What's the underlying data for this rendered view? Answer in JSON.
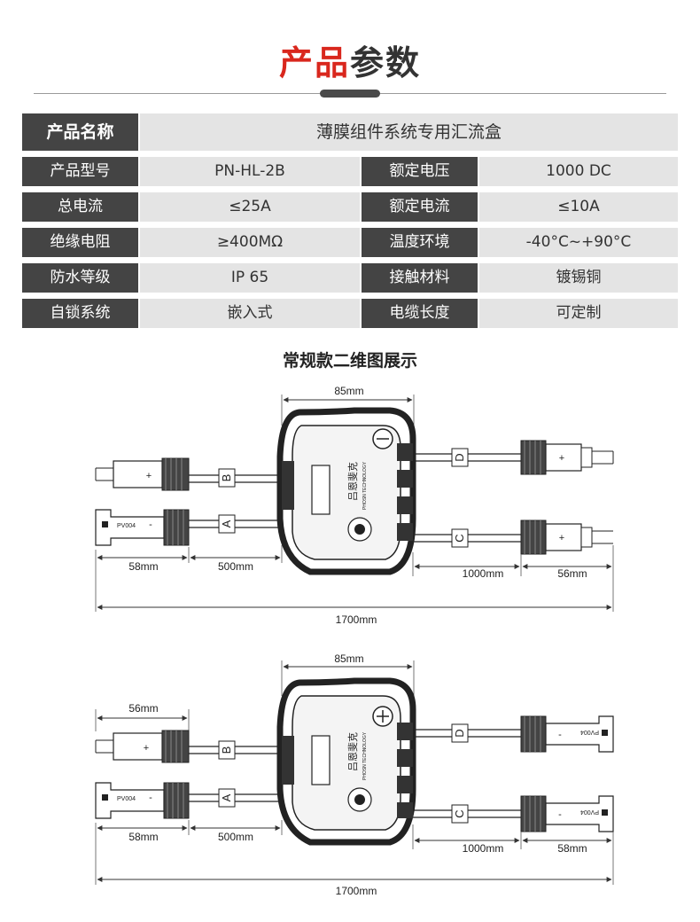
{
  "title": {
    "highlight": "产品",
    "rest": "参数"
  },
  "spec": {
    "product_name_label": "产品名称",
    "product_name_value": "薄膜组件系统专用汇流盒",
    "rows": [
      {
        "label1": "产品型号",
        "value1": "PN-HL-2B",
        "label2": "额定电压",
        "value2": "1000 DC"
      },
      {
        "label1": "总电流",
        "value1": "≤25A",
        "label2": "额定电流",
        "value2": "≤10A"
      },
      {
        "label1": "绝缘电阻",
        "value1": "≥400MΩ",
        "label2": "温度环境",
        "value2": "-40°C~+90°C"
      },
      {
        "label1": "防水等级",
        "value1": "IP 65",
        "label2": "接触材料",
        "value2": "镀锡铜"
      },
      {
        "label1": "自锁系统",
        "value1": "嵌入式",
        "label2": "电缆长度",
        "value2": "可定制"
      }
    ]
  },
  "diagram_title": "常规款二维图展示",
  "drawing": {
    "dim_box_width": "85mm",
    "dim_connector_left": "58mm",
    "dim_cable_left": "500mm",
    "dim_cable_right": "1000mm",
    "dim_connector_right": "56mm",
    "dim_total": "1700mm",
    "dim_connector_top_left": "56mm",
    "dim_connector_right_bottom": "58mm",
    "cable_labels": {
      "a": "A",
      "b": "B",
      "c": "C",
      "d": "D"
    },
    "connector_mark": "PV004",
    "plus": "+",
    "minus": "-",
    "logo_text": "吕恩斐克",
    "logo_sub": "PHOSN TECHNOLOGY"
  }
}
